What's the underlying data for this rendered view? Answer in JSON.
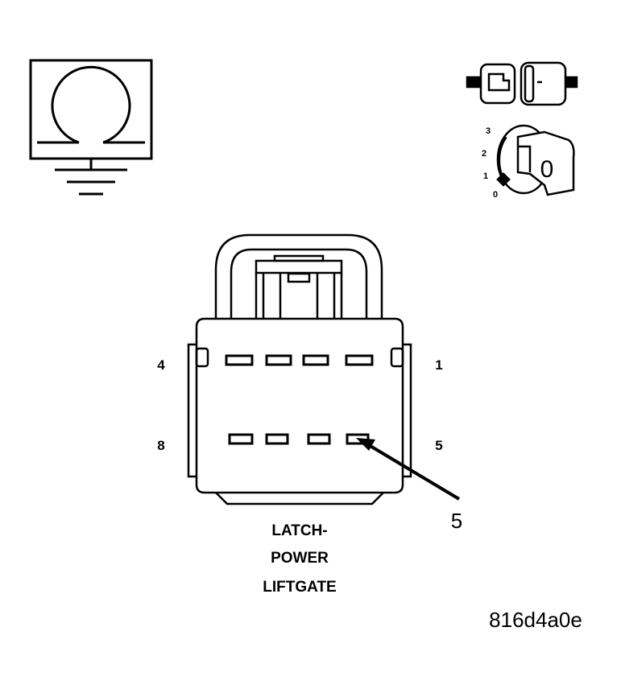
{
  "connector": {
    "pin_labels": {
      "top_left": "4",
      "top_right": "1",
      "bottom_left": "8",
      "bottom_right": "5"
    },
    "callout": "5",
    "title_lines": [
      "LATCH-",
      "POWER",
      "LIFTGATE"
    ]
  },
  "ignition_key": {
    "positions": [
      "3",
      "2",
      "1",
      "0"
    ],
    "selected": "0",
    "key_face_label": "0"
  },
  "meter_icon": "ohmmeter-ground-icon",
  "connector_disconnect_icon": "connector-disconnect-icon",
  "figure_code": "816d4a0e"
}
